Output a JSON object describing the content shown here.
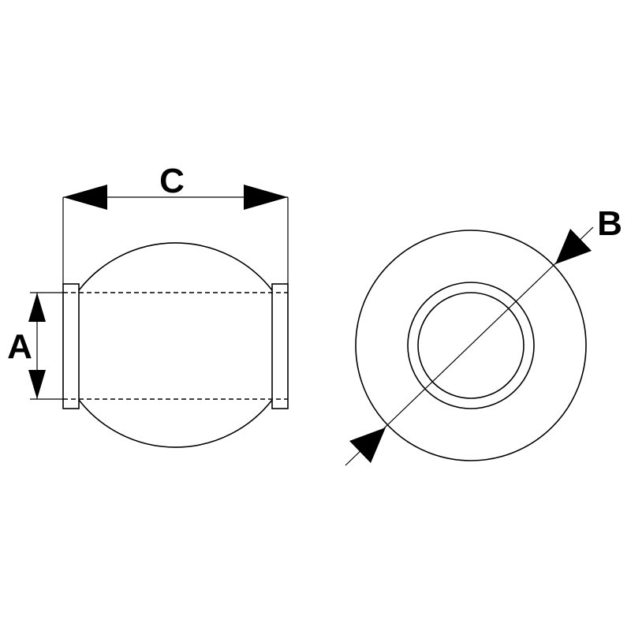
{
  "dimensions": {
    "a_label": "A",
    "b_label": "B",
    "c_label": "C"
  },
  "colors": {
    "line": "#000000",
    "background": "#ffffff"
  }
}
